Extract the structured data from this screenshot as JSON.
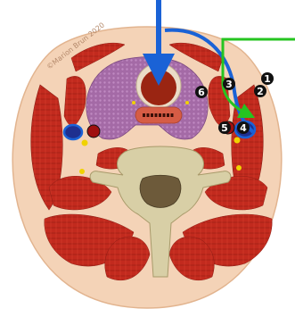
{
  "watermark": "©Marion Brun 2020",
  "colors": {
    "skin": "#f4d3b7",
    "skin_edge": "#e2b48f",
    "muscle": "#c22a1e",
    "muscle_dark": "#8e1d14",
    "thyroid": "#a46aa6",
    "trachea": "#9a2512",
    "trachea_ring": "#eadcc7",
    "esophagus": "#d65c45",
    "bone": "#d8cfa6",
    "bone_edge": "#a89a6a",
    "spinal_cord": "#6d5a3a",
    "vein": "#1f2f8f",
    "artery": "#a01010",
    "nerve": "#f0d200",
    "arrow_blue": "#1a62d6",
    "arrow_green": "#25c420"
  },
  "markers": [
    {
      "id": "1",
      "label": "1"
    },
    {
      "id": "2",
      "label": "2"
    },
    {
      "id": "3",
      "label": "3"
    },
    {
      "id": "4",
      "label": "4"
    },
    {
      "id": "5",
      "label": "5"
    },
    {
      "id": "6",
      "label": "6"
    }
  ]
}
